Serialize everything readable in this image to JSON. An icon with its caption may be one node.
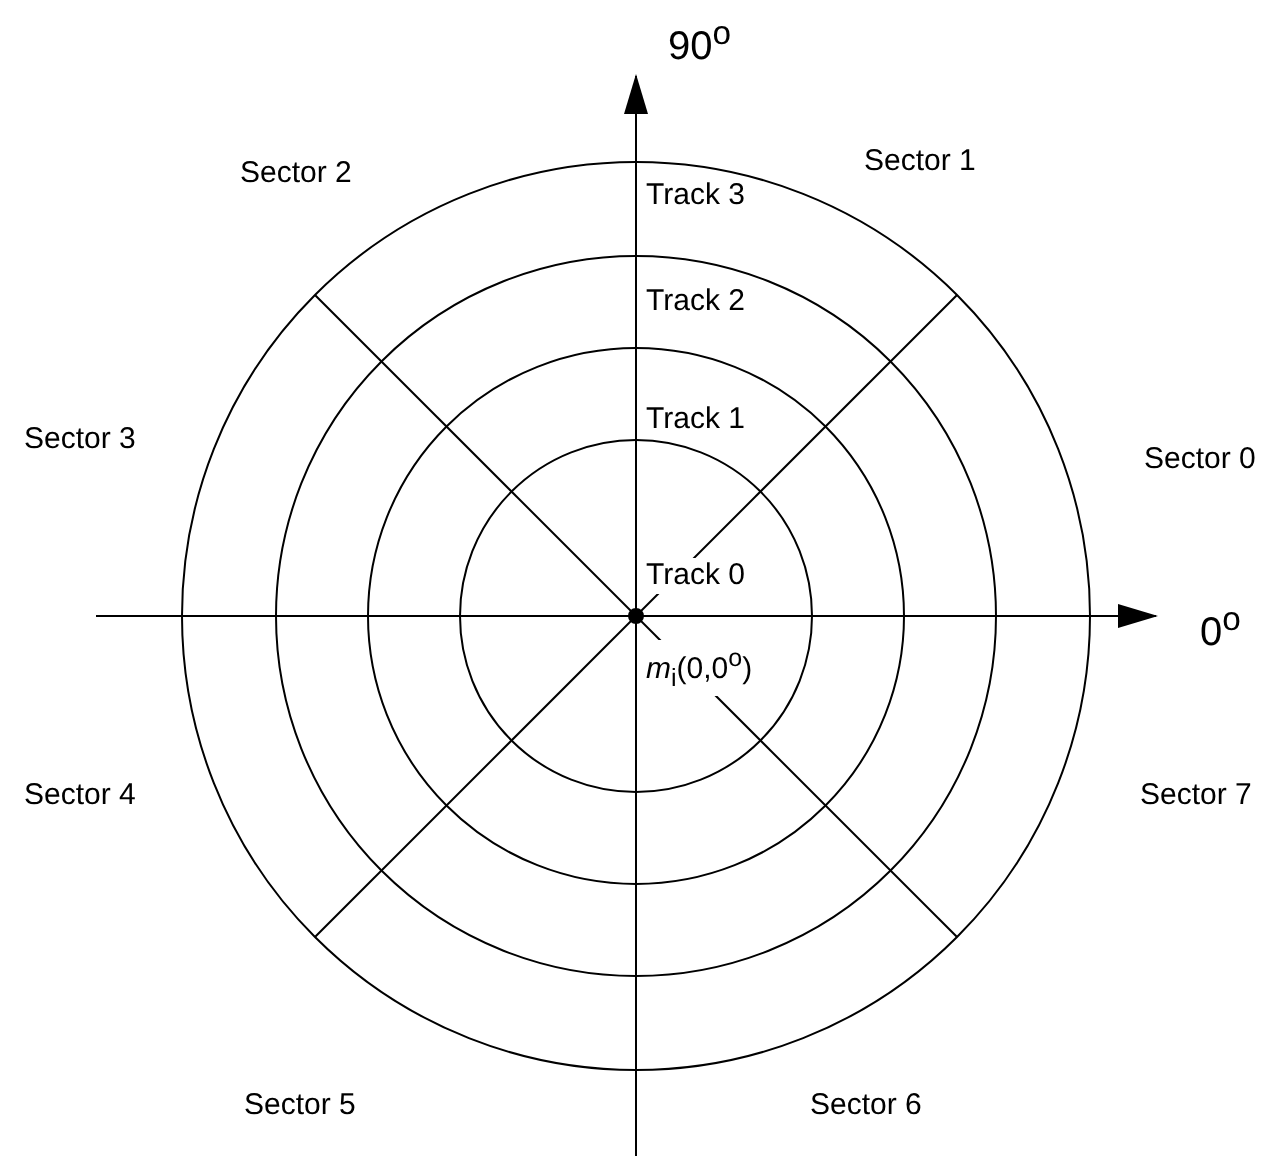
{
  "diagram": {
    "labels": [
      "90$^{o}$",
      "Sector 2",
      "Sector 1",
      "Track 3",
      "Track 2",
      "Track 1",
      "Sector 3",
      "Sector 0",
      "Track 0",
      "0$^{o}$",
      "*m*$_{i}$(0,0$^{o}$)",
      "Sector 4",
      "Sector 7",
      "Sector 5",
      "Sector 6"
    ]
  }
}
